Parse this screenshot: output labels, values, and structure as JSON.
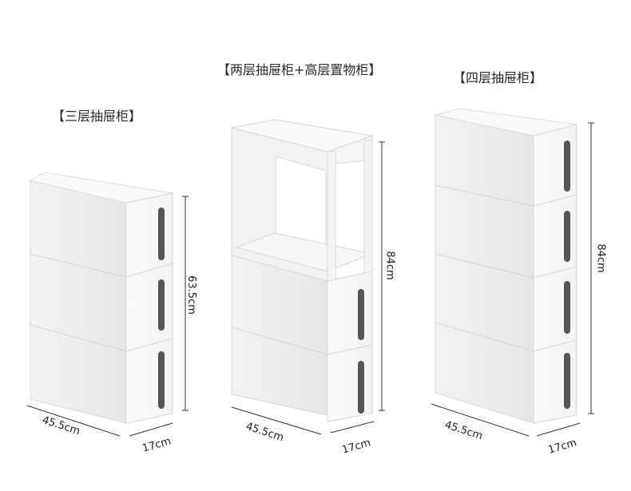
{
  "products": [
    {
      "title": "【三层抽屉柜】",
      "height_label": "63.5cm",
      "width_label": "45.5cm",
      "depth_label": "17cm",
      "drawer_count": 3
    },
    {
      "title": "【两层抽屉柜+高层置物柜】",
      "height_label": "84cm",
      "width_label": "45.5cm",
      "depth_label": "17cm",
      "drawer_count": 2
    },
    {
      "title": "【四层抽屉柜】",
      "height_label": "84cm",
      "width_label": "45.5cm",
      "depth_label": "17cm",
      "drawer_count": 4
    }
  ]
}
